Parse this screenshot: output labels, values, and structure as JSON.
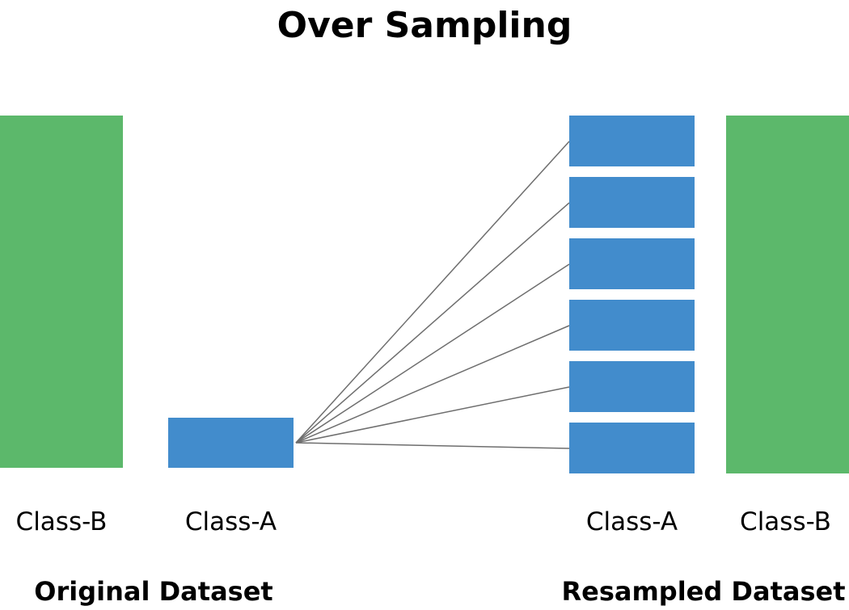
{
  "title": "Over Sampling",
  "original_dataset": {
    "label": "Original Dataset",
    "class_b_label": "Class-B",
    "class_a_label": "Class-A"
  },
  "resampled_dataset": {
    "label": "Resampled Dataset",
    "class_a_label": "Class-A",
    "class_b_label": "Class-B",
    "class_a_copies": 6
  },
  "colors": {
    "class_b": "#5cb86b",
    "class_a": "#428ccc",
    "connector": "#6e6e6e"
  }
}
